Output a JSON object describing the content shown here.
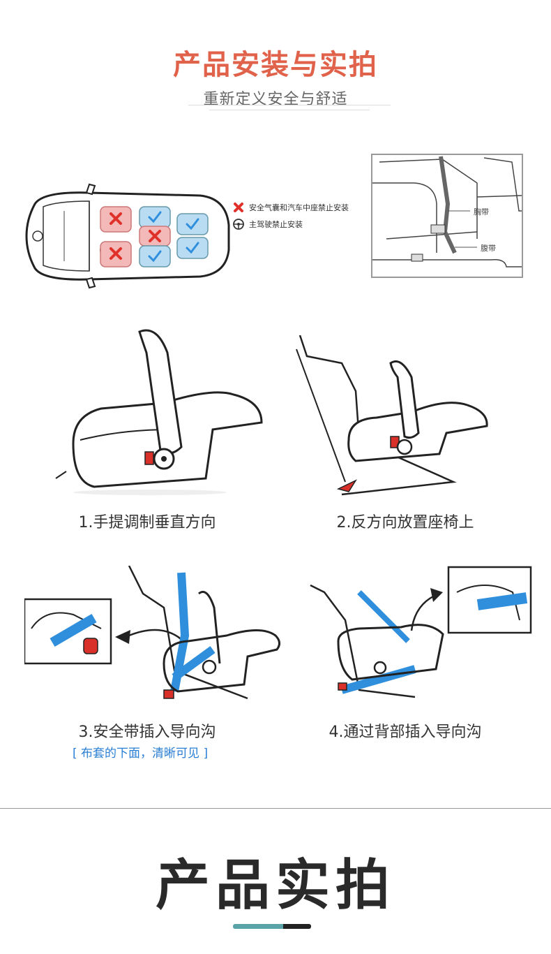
{
  "header": {
    "title": "产品安装与实拍",
    "subtitle": "重新定义安全与舒适"
  },
  "legend": {
    "items": [
      {
        "icon": "red-x-icon",
        "text": "安全气囊和汽车中座禁止安装"
      },
      {
        "icon": "steering-wheel-icon",
        "text": "主驾驶禁止安装"
      }
    ]
  },
  "belt_photo": {
    "chest_label": "胸带",
    "lap_label": "腹带"
  },
  "steps": [
    {
      "caption": "1.手提调制垂直方向"
    },
    {
      "caption": "2.反方向放置座椅上"
    },
    {
      "caption": "3.安全带插入导向沟",
      "note": "[ 布套的下面，清晰可见 ]"
    },
    {
      "caption": "4.通过背部插入导向沟"
    }
  ],
  "photos_section": {
    "title": "产品实拍"
  },
  "colors": {
    "title_red": "#e0624a",
    "belt_blue": "#2f8fdc",
    "seat_red": "#f3b9b9",
    "seat_blue": "#b9dcf3",
    "accent_teal": "#5aa3a6",
    "note_blue": "#2a7fd4"
  }
}
